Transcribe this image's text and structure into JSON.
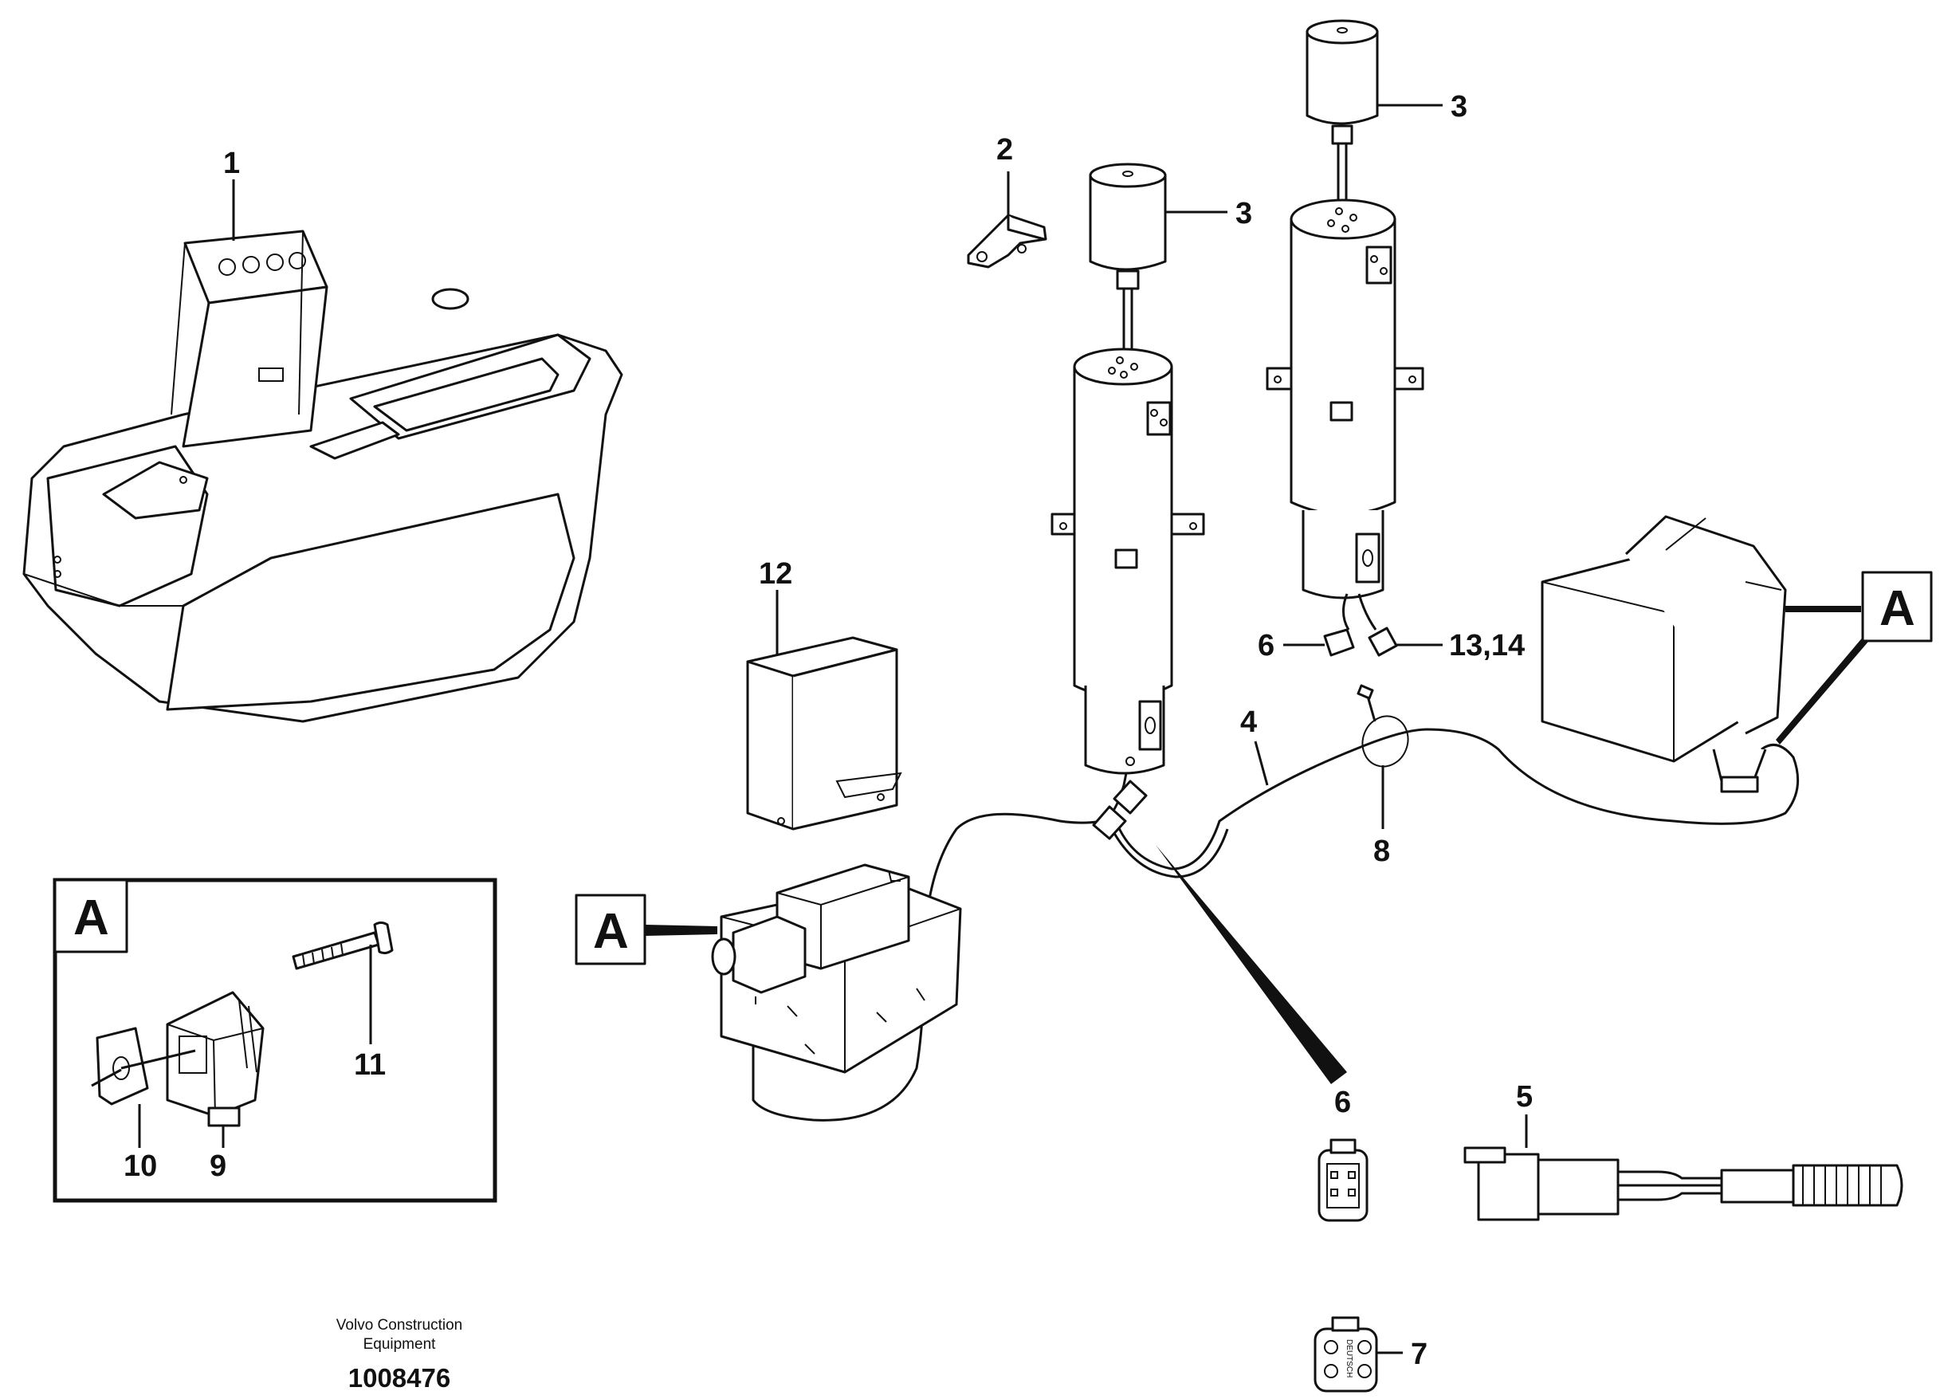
{
  "labels": {
    "p1": "1",
    "p2": "2",
    "p3a": "3",
    "p3b": "3",
    "p4": "4",
    "p5": "5",
    "p6a": "6",
    "p6b": "6",
    "p7": "7",
    "p8": "8",
    "p9": "9",
    "p10": "10",
    "p11": "11",
    "p12": "12",
    "p13_14": "13,14"
  },
  "detail_letter": "A",
  "connector_marking": "DEUTSCH",
  "footer": {
    "company_line1": "Volvo Construction",
    "company_line2": "Equipment",
    "drawing_number": "1008476"
  }
}
